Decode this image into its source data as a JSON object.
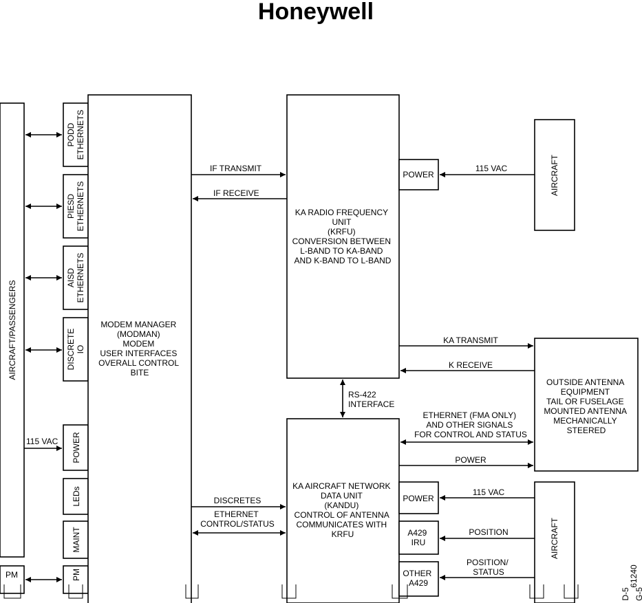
{
  "header": {
    "logo_text": "Honeywell"
  },
  "left_column": {
    "label": "AIRCRAFT/PASSENGERS",
    "power_input": "115 VAC"
  },
  "interfaces": {
    "podd": [
      "PODD",
      "ETHERNETS"
    ],
    "piesd": [
      "PIESD",
      "ETHERNETS"
    ],
    "aisd": [
      "AISD",
      "ETHERNETS"
    ],
    "discrete": [
      "DISCRETE",
      "IO"
    ],
    "power": "POWER",
    "leds": "LEDs",
    "maint": "MAINT",
    "pm": "PM"
  },
  "modman": {
    "lines": [
      "MODEM MANAGER",
      "(MODMAN)",
      "MODEM",
      "USER INTERFACES",
      "OVERALL CONTROL",
      "BITE"
    ]
  },
  "krfu": {
    "lines": [
      "KA RADIO FREQUENCY",
      "UNIT",
      "(KRFU)",
      "CONVERSION BETWEEN",
      "L-BAND TO KA-BAND",
      "AND K-BAND TO L-BAND"
    ],
    "power": "POWER"
  },
  "kandu": {
    "lines": [
      "KA AIRCRAFT NETWORK",
      "DATA UNIT",
      "(KANDU)",
      "CONTROL OF ANTENNA",
      "COMMUNICATES WITH",
      "KRFU"
    ],
    "power": "POWER",
    "a429": [
      "A429",
      "IRU"
    ],
    "other": [
      "OTHER",
      "A429"
    ]
  },
  "antenna": {
    "lines": [
      "OUTSIDE ANTENNA",
      "EQUIPMENT",
      "TAIL OR FUSELAGE",
      "MOUNTED ANTENNA",
      "MECHANICALLY",
      "STEERED"
    ]
  },
  "aircraft_top": {
    "label": "AIRCRAFT"
  },
  "aircraft_bottom": {
    "label": "AIRCRAFT"
  },
  "signals": {
    "if_transmit": "IF TRANSMIT",
    "if_receive": "IF RECEIVE",
    "ka_transmit": "KA TRANSMIT",
    "k_receive": "K RECEIVE",
    "rs422": [
      "RS-422",
      "INTERFACE"
    ],
    "ethernet_fma": [
      "ETHERNET (FMA ONLY)",
      "AND OTHER SIGNALS",
      "FOR CONTROL AND STATUS"
    ],
    "power": "POWER",
    "discretes": "DISCRETES",
    "ethernet_control": [
      "ETHERNET",
      "CONTROL/STATUS"
    ],
    "vac_top": "115 VAC",
    "vac_bottom": "115 VAC",
    "position": "POSITION",
    "position_status": [
      "POSITION/",
      "STATUS"
    ]
  },
  "figure_ref": {
    "number": "61240",
    "code_a": "D-5",
    "code_b": "G-5"
  }
}
